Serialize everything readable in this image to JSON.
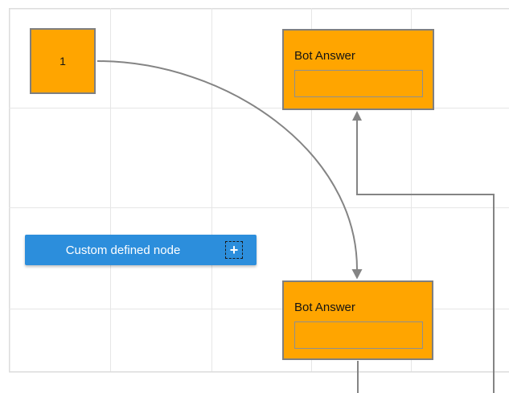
{
  "diagram": {
    "nodes": {
      "square": {
        "label": "1"
      },
      "bot_top": {
        "title": "Bot Answer"
      },
      "bot_bottom": {
        "title": "Bot Answer"
      },
      "custom": {
        "label": "Custom defined node",
        "plus": "+"
      }
    }
  },
  "colors": {
    "canvasBg": "#FFFFFF",
    "pageBorder": "#DCDCDC",
    "gridLine": "#E6E6E6",
    "connectorGray": "#848484",
    "nodeOrange": "#FFA500",
    "nodeBorder": "#7F7F7F",
    "innerBoxBorder": "#8F8F8F",
    "barBlue": "#2C8EDC",
    "textDark": "#141414",
    "textWhite": "#FFFFFF",
    "plusBorder": "#1A1A1A"
  }
}
